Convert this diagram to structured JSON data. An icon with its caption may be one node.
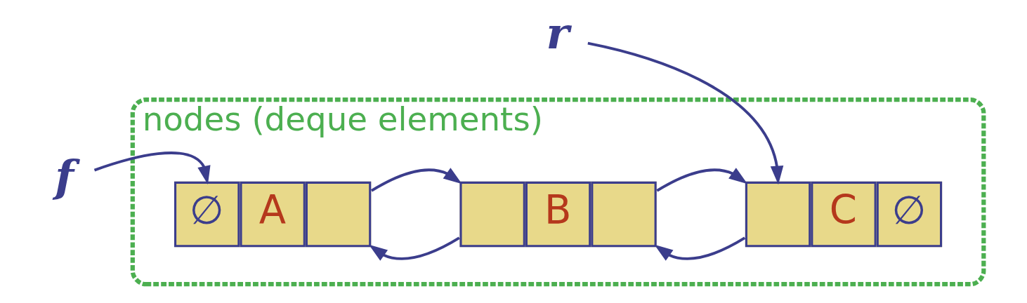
{
  "diagram": {
    "nodes": [
      {
        "text": [
          "nodes (deque elements)"
        ]
      },
      {
        "text": [
          "∅",
          "A"
        ],
        "in": 0
      },
      {
        "text": [
          "B"
        ],
        "in": 0
      },
      {
        "text": [
          "C",
          "∅"
        ],
        "in": 0
      },
      {
        "text": [
          "f"
        ]
      },
      {
        "text": [
          "r"
        ]
      }
    ],
    "edges": [
      {
        "from": 4,
        "to": 1,
        "arrow": "to"
      },
      {
        "from": 1,
        "to": 2,
        "arrow": "to"
      },
      {
        "from": 2,
        "to": 1,
        "arrow": "to"
      },
      {
        "from": 2,
        "to": 3,
        "arrow": "to"
      },
      {
        "from": 3,
        "to": 2,
        "arrow": "to"
      },
      {
        "from": 5,
        "to": 3,
        "arrow": "to"
      }
    ]
  }
}
